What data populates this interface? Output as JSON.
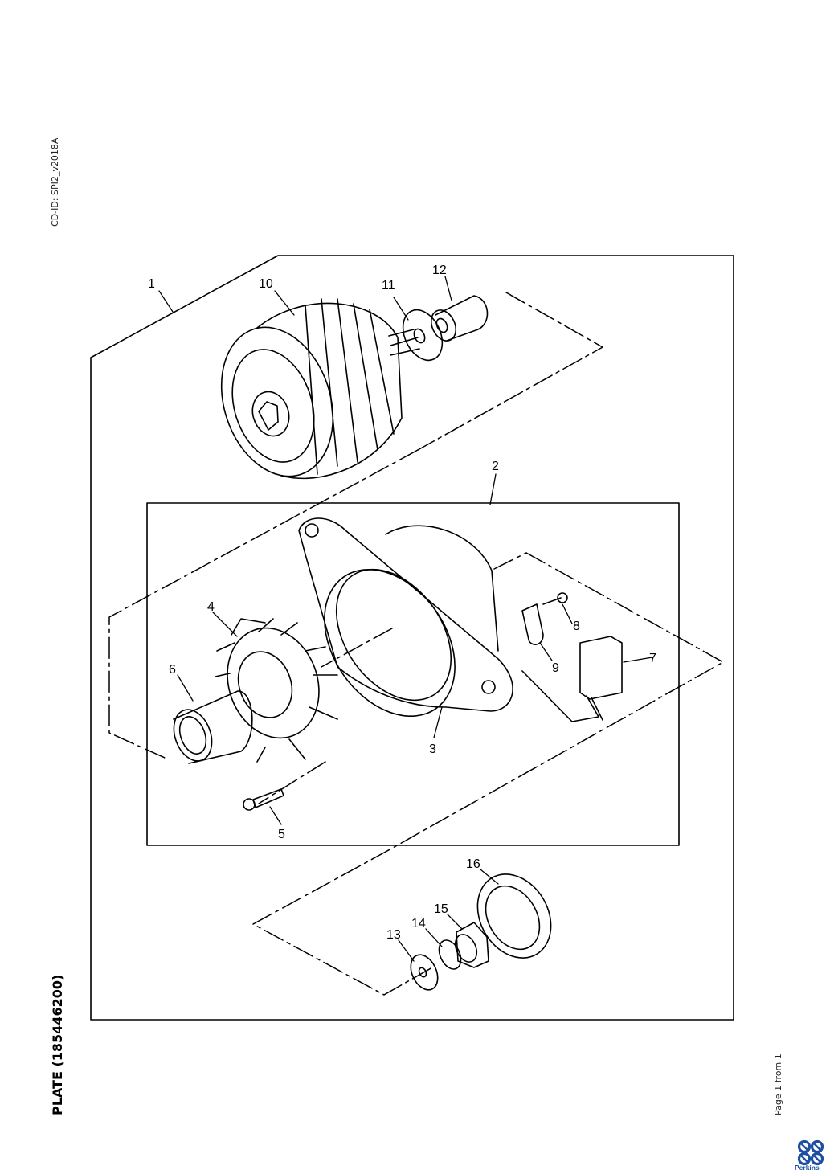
{
  "header": {
    "cd_id": "CD-ID: SPI2_v2018A"
  },
  "title": "PLATE (185446200)",
  "footer": {
    "page_info": "Page 1 from 1",
    "brand": "Perkins"
  },
  "colors": {
    "brand": "#1f4fa0",
    "line": "#000000"
  },
  "callouts": [
    {
      "id": "1",
      "label": "1"
    },
    {
      "id": "2",
      "label": "2"
    },
    {
      "id": "3",
      "label": "3"
    },
    {
      "id": "4",
      "label": "4"
    },
    {
      "id": "5",
      "label": "5"
    },
    {
      "id": "6",
      "label": "6"
    },
    {
      "id": "7",
      "label": "7"
    },
    {
      "id": "8",
      "label": "8"
    },
    {
      "id": "9",
      "label": "9"
    },
    {
      "id": "10",
      "label": "10"
    },
    {
      "id": "11",
      "label": "11"
    },
    {
      "id": "12",
      "label": "12"
    },
    {
      "id": "13",
      "label": "13"
    },
    {
      "id": "14",
      "label": "14"
    },
    {
      "id": "15",
      "label": "15"
    },
    {
      "id": "16",
      "label": "16"
    }
  ]
}
